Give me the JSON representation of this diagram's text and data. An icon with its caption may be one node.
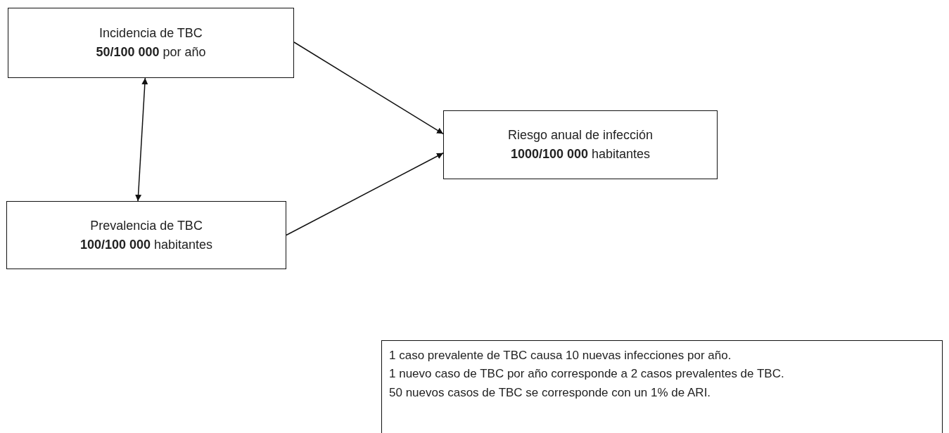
{
  "diagram": {
    "nodes": [
      {
        "text": [
          "Incidencia de TBC",
          "**50/100 000** por año"
        ]
      },
      {
        "text": [
          "Riesgo anual de infección",
          "**1000/100 000** habitantes"
        ]
      },
      {
        "text": [
          "Prevalencia de TBC",
          "**100/100 000** habitantes"
        ]
      },
      {
        "text": [
          "1 caso prevalente de TBC causa 10 nuevas infecciones por año.",
          "1 nuevo caso de TBC por año corresponde a 2 casos prevalentes de TBC.",
          "50 nuevos casos de TBC  se corresponde con un 1% de ARI."
        ]
      }
    ],
    "edges": [
      {
        "from": 0,
        "to": 1,
        "arrow": "to"
      },
      {
        "from": 0,
        "to": 2,
        "arrow": "both"
      },
      {
        "from": 2,
        "to": 1,
        "arrow": "to"
      }
    ]
  }
}
